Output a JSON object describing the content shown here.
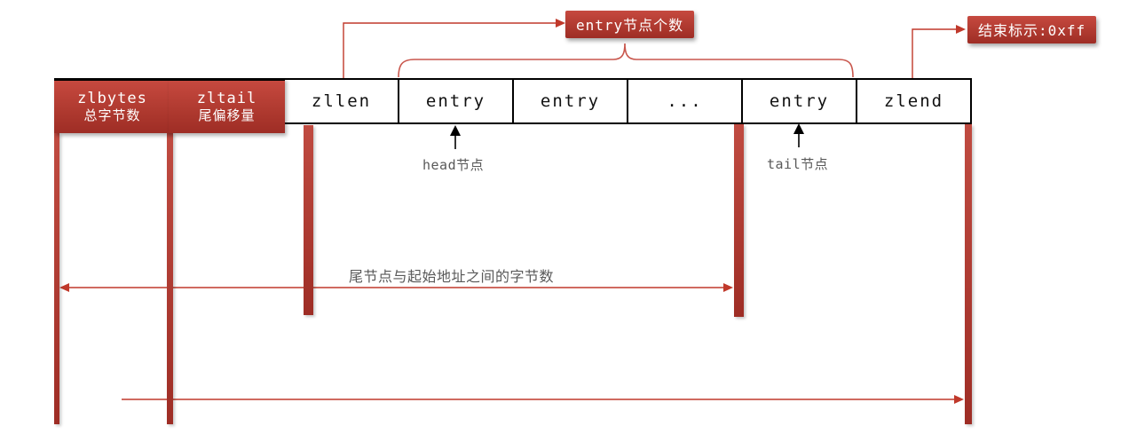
{
  "diagram": {
    "row": {
      "cells": [
        {
          "label": "zlbytes",
          "sublabel": "总字节数",
          "variant": "red"
        },
        {
          "label": "zltail",
          "sublabel": "尾偏移量",
          "variant": "red"
        },
        {
          "label": "zllen",
          "variant": "plain"
        },
        {
          "label": "entry",
          "variant": "plain"
        },
        {
          "label": "entry",
          "variant": "plain"
        },
        {
          "label": "...",
          "variant": "plain"
        },
        {
          "label": "entry",
          "variant": "plain"
        },
        {
          "label": "zlend",
          "variant": "plain"
        }
      ]
    },
    "callouts": {
      "entry_count": "entry节点个数",
      "end_marker": "结束标示:0xff"
    },
    "annotations": {
      "head_node": "head节点",
      "tail_node": "tail节点",
      "tail_offset": "尾节点与起始地址之间的字节数"
    }
  },
  "colors": {
    "red_fill_top": "#c6493f",
    "red_fill_bottom": "#9e2d25",
    "line_red": "#c0392b",
    "brace_red": "#c9574d",
    "box_border": "#000000",
    "gray_text": "#595959",
    "white_text": "#ffffff"
  }
}
